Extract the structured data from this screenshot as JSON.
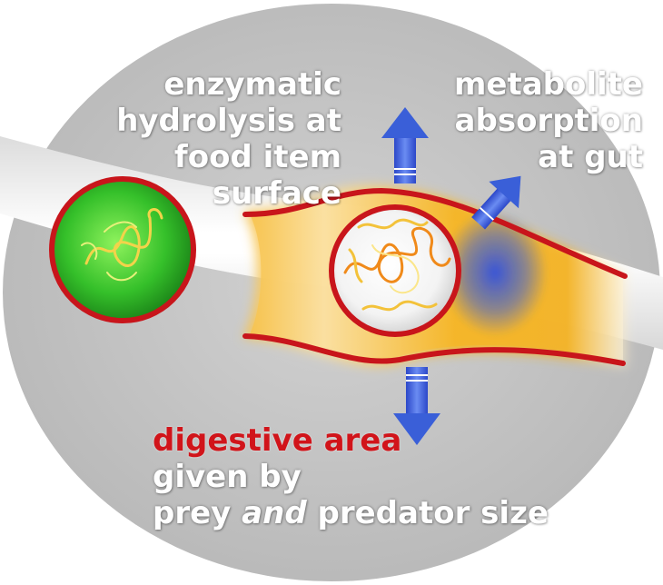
{
  "labels": {
    "left": [
      "enzymatic",
      "hydrolysis at",
      "food item surface"
    ],
    "right": [
      "metabolite",
      "absorption",
      "at gut"
    ],
    "bottom_highlight": "digestive area",
    "bottom_line2": "given by",
    "bottom_line3_a": "prey ",
    "bottom_line3_em": "and",
    "bottom_line3_b": " predator size"
  },
  "colors": {
    "background_ellipse": "#bcbcbc",
    "gut_membrane": "#c8151b",
    "digestive_glow": "#f5b628",
    "food_item": "#3fbf2a",
    "absorption_arrows": "#3a5fd8",
    "highlight_text": "#d1141a"
  }
}
